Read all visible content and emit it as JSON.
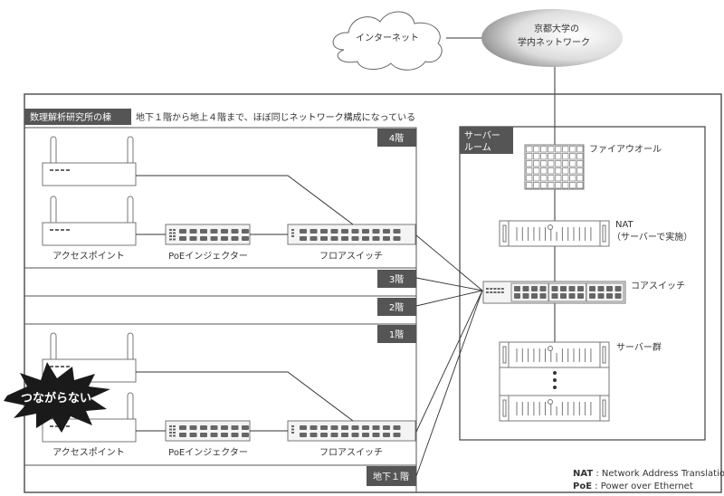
{
  "internet": {
    "label": "インターネット"
  },
  "campus": {
    "line1": "京都大学の",
    "line2": "学内ネットワーク"
  },
  "building": {
    "tag": "数理解析研究所の棟",
    "note": "地下１階から地上４階まで、ほぼ同じネットワーク構成になっている"
  },
  "floors": [
    "4階",
    "3階",
    "2階",
    "1階",
    "地下１階"
  ],
  "devices": {
    "access_point": "アクセスポイント",
    "poe_injector": "PoEインジェクター",
    "floor_switch": "フロアスイッチ"
  },
  "server_room": {
    "tag_line1": "サーバー",
    "tag_line2": "ルーム",
    "firewall": "ファイアウオール",
    "nat_line1": "NAT",
    "nat_line2": "（サーバーで実施）",
    "core_switch": "コアスイッチ",
    "servers": "サーバー群"
  },
  "alert": {
    "label": "つながらない"
  },
  "legend": [
    {
      "abbr": "NAT",
      "sep": " : ",
      "full": "Network Address Translation"
    },
    {
      "abbr": "PoE",
      "sep": " : ",
      "full": "Power over Ethernet"
    }
  ],
  "colors": {
    "tag_bg": "#555555",
    "line": "#333333",
    "device_stroke": "#777777"
  }
}
